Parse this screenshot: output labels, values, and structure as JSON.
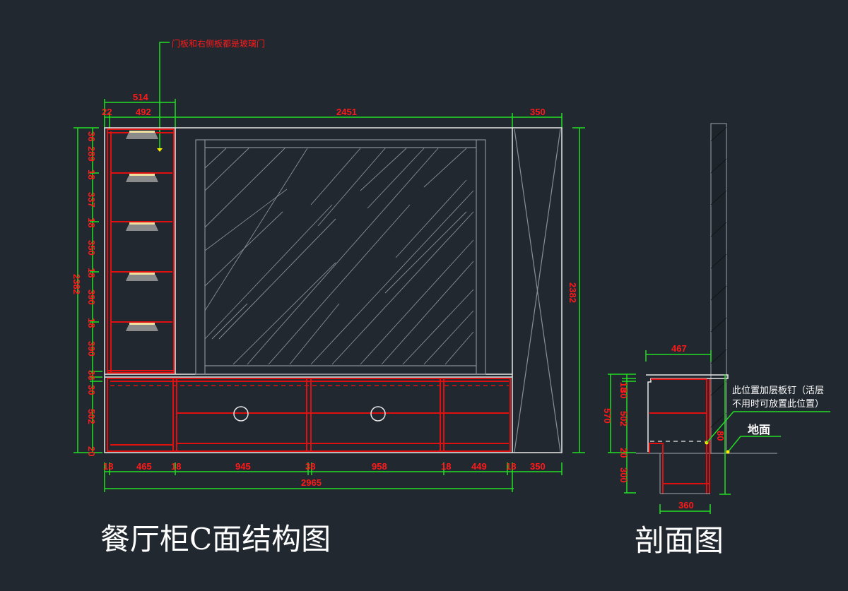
{
  "drawing": {
    "title_main": "餐厅柜C面结构图",
    "title_section": "剖面图",
    "annotations": {
      "door_note": "门板和右侧板都是玻璃门",
      "shelf_pin_note_line1": "此位置加层板钉（活层",
      "shelf_pin_note_line2": "不用时可放置此位置）",
      "floor_label": "地面"
    },
    "elevation": {
      "top_dims": {
        "overall_left": "514",
        "left_gap": "22",
        "left_cabinet": "492",
        "center_opening": "2451",
        "right_cabinet": "350"
      },
      "left_vertical_dims": [
        "36",
        "289",
        "18",
        "337",
        "18",
        "350",
        "18",
        "390",
        "18",
        "390",
        "36",
        "30",
        "502",
        "20"
      ],
      "left_overall_height": "2382",
      "right_overall_height": "2382",
      "bottom_dims": [
        "18",
        "465",
        "18",
        "945",
        "38",
        "958",
        "18",
        "449",
        "18",
        "350"
      ],
      "bottom_overall": "2965"
    },
    "section": {
      "top_width": "467",
      "vertical_dims": [
        "18",
        "30",
        "502",
        "20"
      ],
      "overall_height": "570",
      "lower_height": "300",
      "bottom_width": "360",
      "pin_height": "80"
    },
    "colors": {
      "background": "#212830",
      "dimension_line": "#22dd22",
      "dimension_text": "#ff1a1a",
      "cabinet_red": "#e01010",
      "outline_white": "#e8e8e8",
      "glass_gray": "#8a8f96",
      "marker_yellow": "#ffee00"
    }
  }
}
